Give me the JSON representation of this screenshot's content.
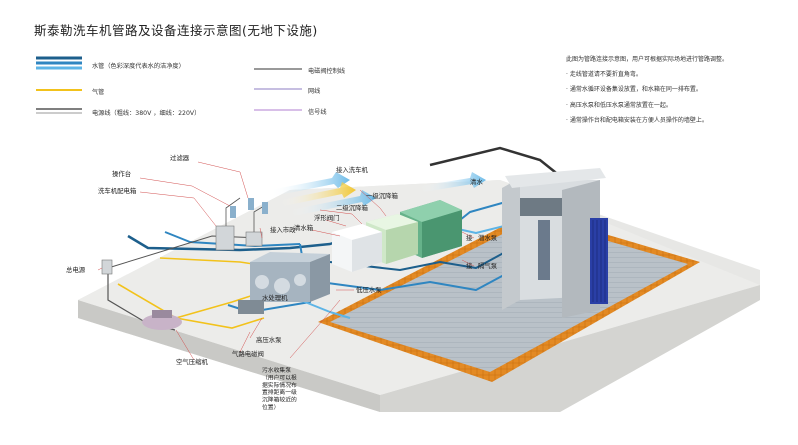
{
  "title": "斯泰勒洗车机管路及设备连接示意图(无地下设施)",
  "legend": {
    "water": "水管（色彩深度代表水的洁净度）",
    "air": "气管",
    "power": "电源线（粗线：380V ，细线：220V）",
    "valve_control": "电磁阀控制线",
    "network": "网线",
    "signal": "信号线"
  },
  "notes": {
    "intro": "此图为管路连接示意图，用户可根据实际场地进行管路调整。",
    "items": [
      "走线管道请不要折直角弯。",
      "通常水循环设备集设放置，和水箱在同一排布置。",
      "高压水泵和低压水泵通常放置在一起。",
      "通常操作台和配电箱安装在方便人员操作的墙壁上。"
    ]
  },
  "callouts": {
    "filter": "过滤器",
    "console": "操作台",
    "washer_panel": "洗车机配电箱",
    "main_power": "总电源",
    "to_washer": "接入洗车机",
    "to_municipal": "接入市政",
    "clean_water": "清水",
    "primary_tank": "一级沉降箱",
    "secondary_tank": "二级沉降箱",
    "float_valve": "浮形阀门",
    "clean_tank": "清水箱",
    "sewage_pump": "潜水泵",
    "circ_pump": "隔气泵",
    "recycle_equipment": "水处理机",
    "low_pump": "低压水泵",
    "high_pump": "高压水泵",
    "air_valve": "气路电磁阀",
    "compressor": "空气压缩机",
    "recycle_note": "污水收集泵\n（用户可以根\n据实际情况布\n置排距离一级\n沉降箱较近的\n位置）",
    "inlet_label": "接",
    "inlet_label2": "接"
  },
  "colors": {
    "water_dark": "#1d5f8c",
    "water_mid": "#2f86c1",
    "water_light": "#5db4e6",
    "air": "#f2c21b",
    "power": "#555555",
    "valve_line": "#333333",
    "network": "#8e7cc3",
    "signal": "#b07fd1",
    "platform": "#e7e7e5",
    "platform_side": "#c9c9c6",
    "pit_edge": "#e38a24",
    "bay_floor": "#b9c1c8",
    "washer_body": "#d9dde0",
    "brush": "#2a3fa6"
  }
}
